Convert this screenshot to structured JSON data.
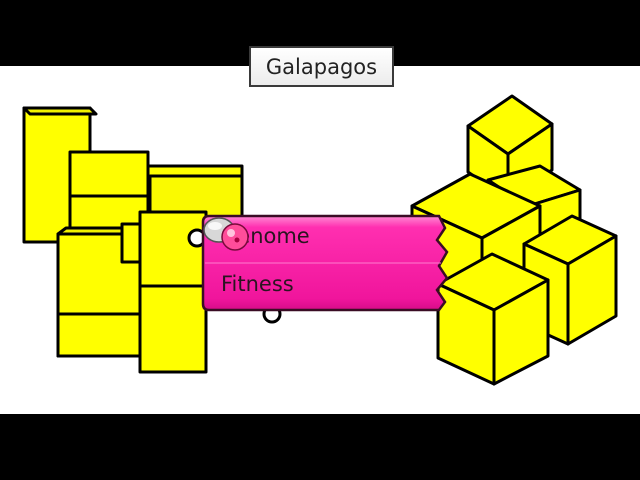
{
  "tooltip": {
    "text": "Galapagos"
  },
  "component": {
    "inputs": [
      {
        "label": "Genome"
      },
      {
        "label": "Fitness"
      }
    ],
    "icon": "galapagos-icon"
  },
  "colors": {
    "background": "#000000",
    "canvas": "#ffffff",
    "cube_fill": "#ffff00",
    "component_fill": "#ff1fa8",
    "outline": "#000000"
  }
}
